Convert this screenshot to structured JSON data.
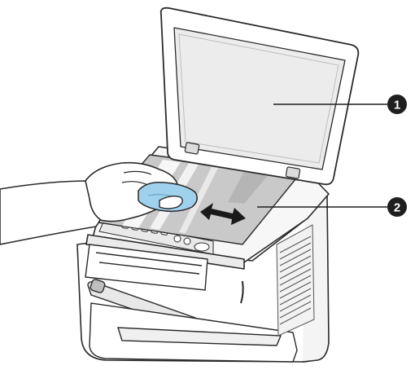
{
  "callouts": [
    {
      "number": "1"
    },
    {
      "number": "2"
    }
  ],
  "colors": {
    "outline": "#2a2a2a",
    "body": "#ffffff",
    "lid_inner": "#ececec",
    "glass": "#c9c9c9",
    "glass_dark": "#8e8e8e",
    "cloth": "#9fd0ec",
    "callout_fill": "#1f1f1f"
  },
  "icons": [
    "printer-scanner",
    "hand-wiping",
    "double-arrow-icon"
  ]
}
